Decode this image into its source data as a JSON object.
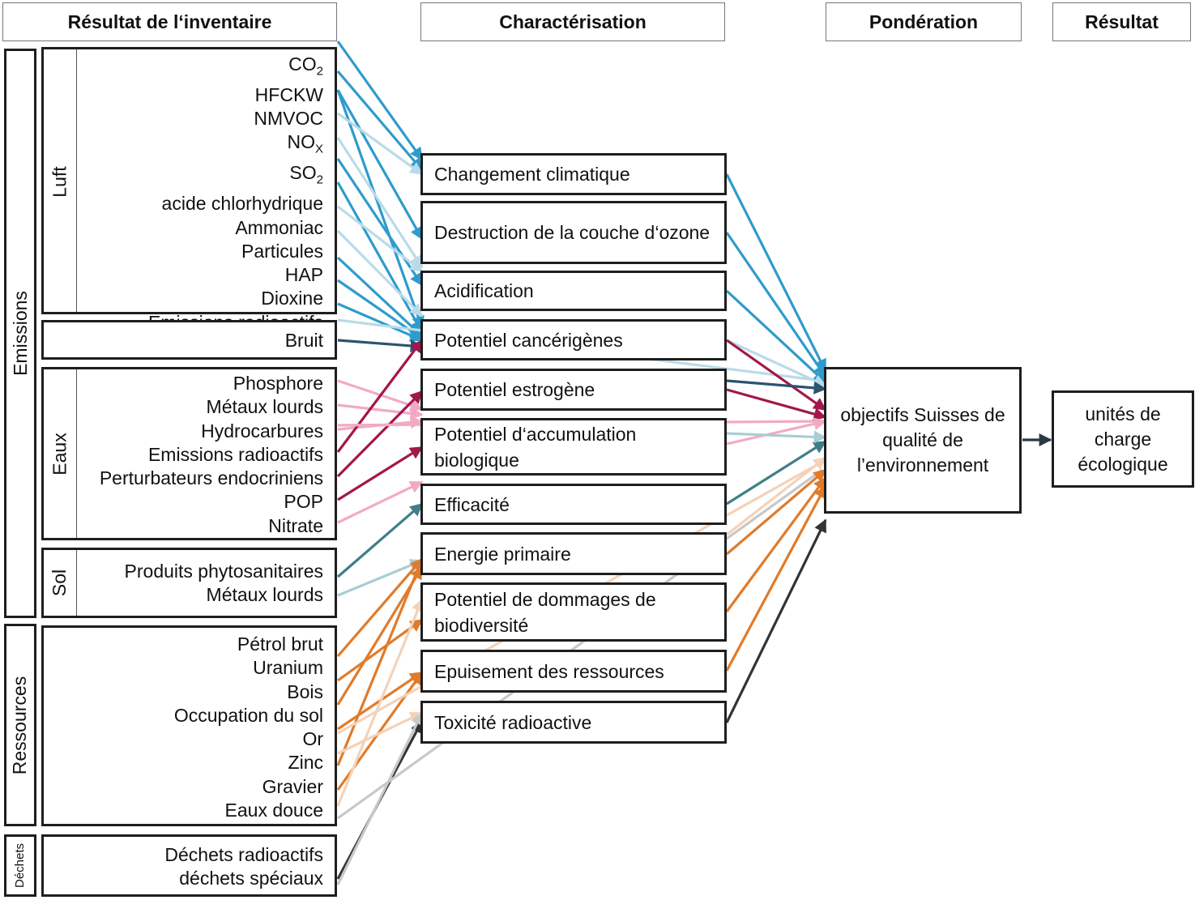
{
  "headers": {
    "inventory": "Résultat de l‘inventaire",
    "characterisation": "Charactérisation",
    "weighting": "Pondération",
    "result": "Résultat"
  },
  "categories": {
    "emissions": "Emissions",
    "resources": "Ressources",
    "waste": "Déchets"
  },
  "groups": {
    "air": {
      "label": "Luft",
      "items": [
        {
          "text": "CO",
          "sub": "2"
        },
        {
          "text": "HFCKW",
          "sub": ""
        },
        {
          "text": "NMVOC",
          "sub": ""
        },
        {
          "text": "NO",
          "sub": "X"
        },
        {
          "text": "SO",
          "sub": "2"
        },
        {
          "text": "acide chlorhydrique",
          "sub": ""
        },
        {
          "text": "Ammoniac",
          "sub": ""
        },
        {
          "text": "Particules",
          "sub": ""
        },
        {
          "text": "HAP",
          "sub": ""
        },
        {
          "text": "Dioxine",
          "sub": ""
        },
        {
          "text": "Emissions radioactifs",
          "sub": ""
        }
      ]
    },
    "noise": {
      "items": [
        "Bruit"
      ]
    },
    "water": {
      "label": "Eaux",
      "items": [
        "Phosphore",
        "Métaux lourds",
        "Hydrocarbures",
        "Emissions radioactifs",
        "Perturbateurs endocriniens",
        "POP",
        "Nitrate"
      ]
    },
    "soil": {
      "label": "Sol",
      "items": [
        "Produits phytosanitaires",
        "Métaux lourds"
      ]
    },
    "resources": {
      "items": [
        "Pétrol brut",
        "Uranium",
        "Bois",
        "Occupation du sol",
        "Or",
        "Zinc",
        "Gravier",
        "Eaux douce"
      ]
    },
    "waste": {
      "items": [
        "Déchets radioactifs",
        "déchets spéciaux"
      ]
    }
  },
  "characterisation": [
    "Changement climatique",
    "Destruction de la couche d‘ozone",
    "Acidification",
    "Potentiel cancérigènes",
    "Potentiel estrogène",
    "Potentiel d‘accumulation biologique",
    "Efficacité",
    "Energie primaire",
    "Potentiel de dommages de biodiversité",
    "Epuisement des ressources",
    "Toxicité radioactive"
  ],
  "weighting": "objectifs Suisses de qualité de l’environnement",
  "result": "unités de charge écologique",
  "colors": {
    "blue": "#2e9bcc",
    "light_blue": "#b9dbe8",
    "dark_blue": "#2a5470",
    "crimson": "#a3174a",
    "pink": "#f2aac4",
    "teal": "#3f7e88",
    "light_teal": "#a9cdd5",
    "orange": "#e07b2a",
    "peach": "#f4d2b8",
    "dark_gray": "#333333",
    "light_gray": "#c8c8c8"
  }
}
